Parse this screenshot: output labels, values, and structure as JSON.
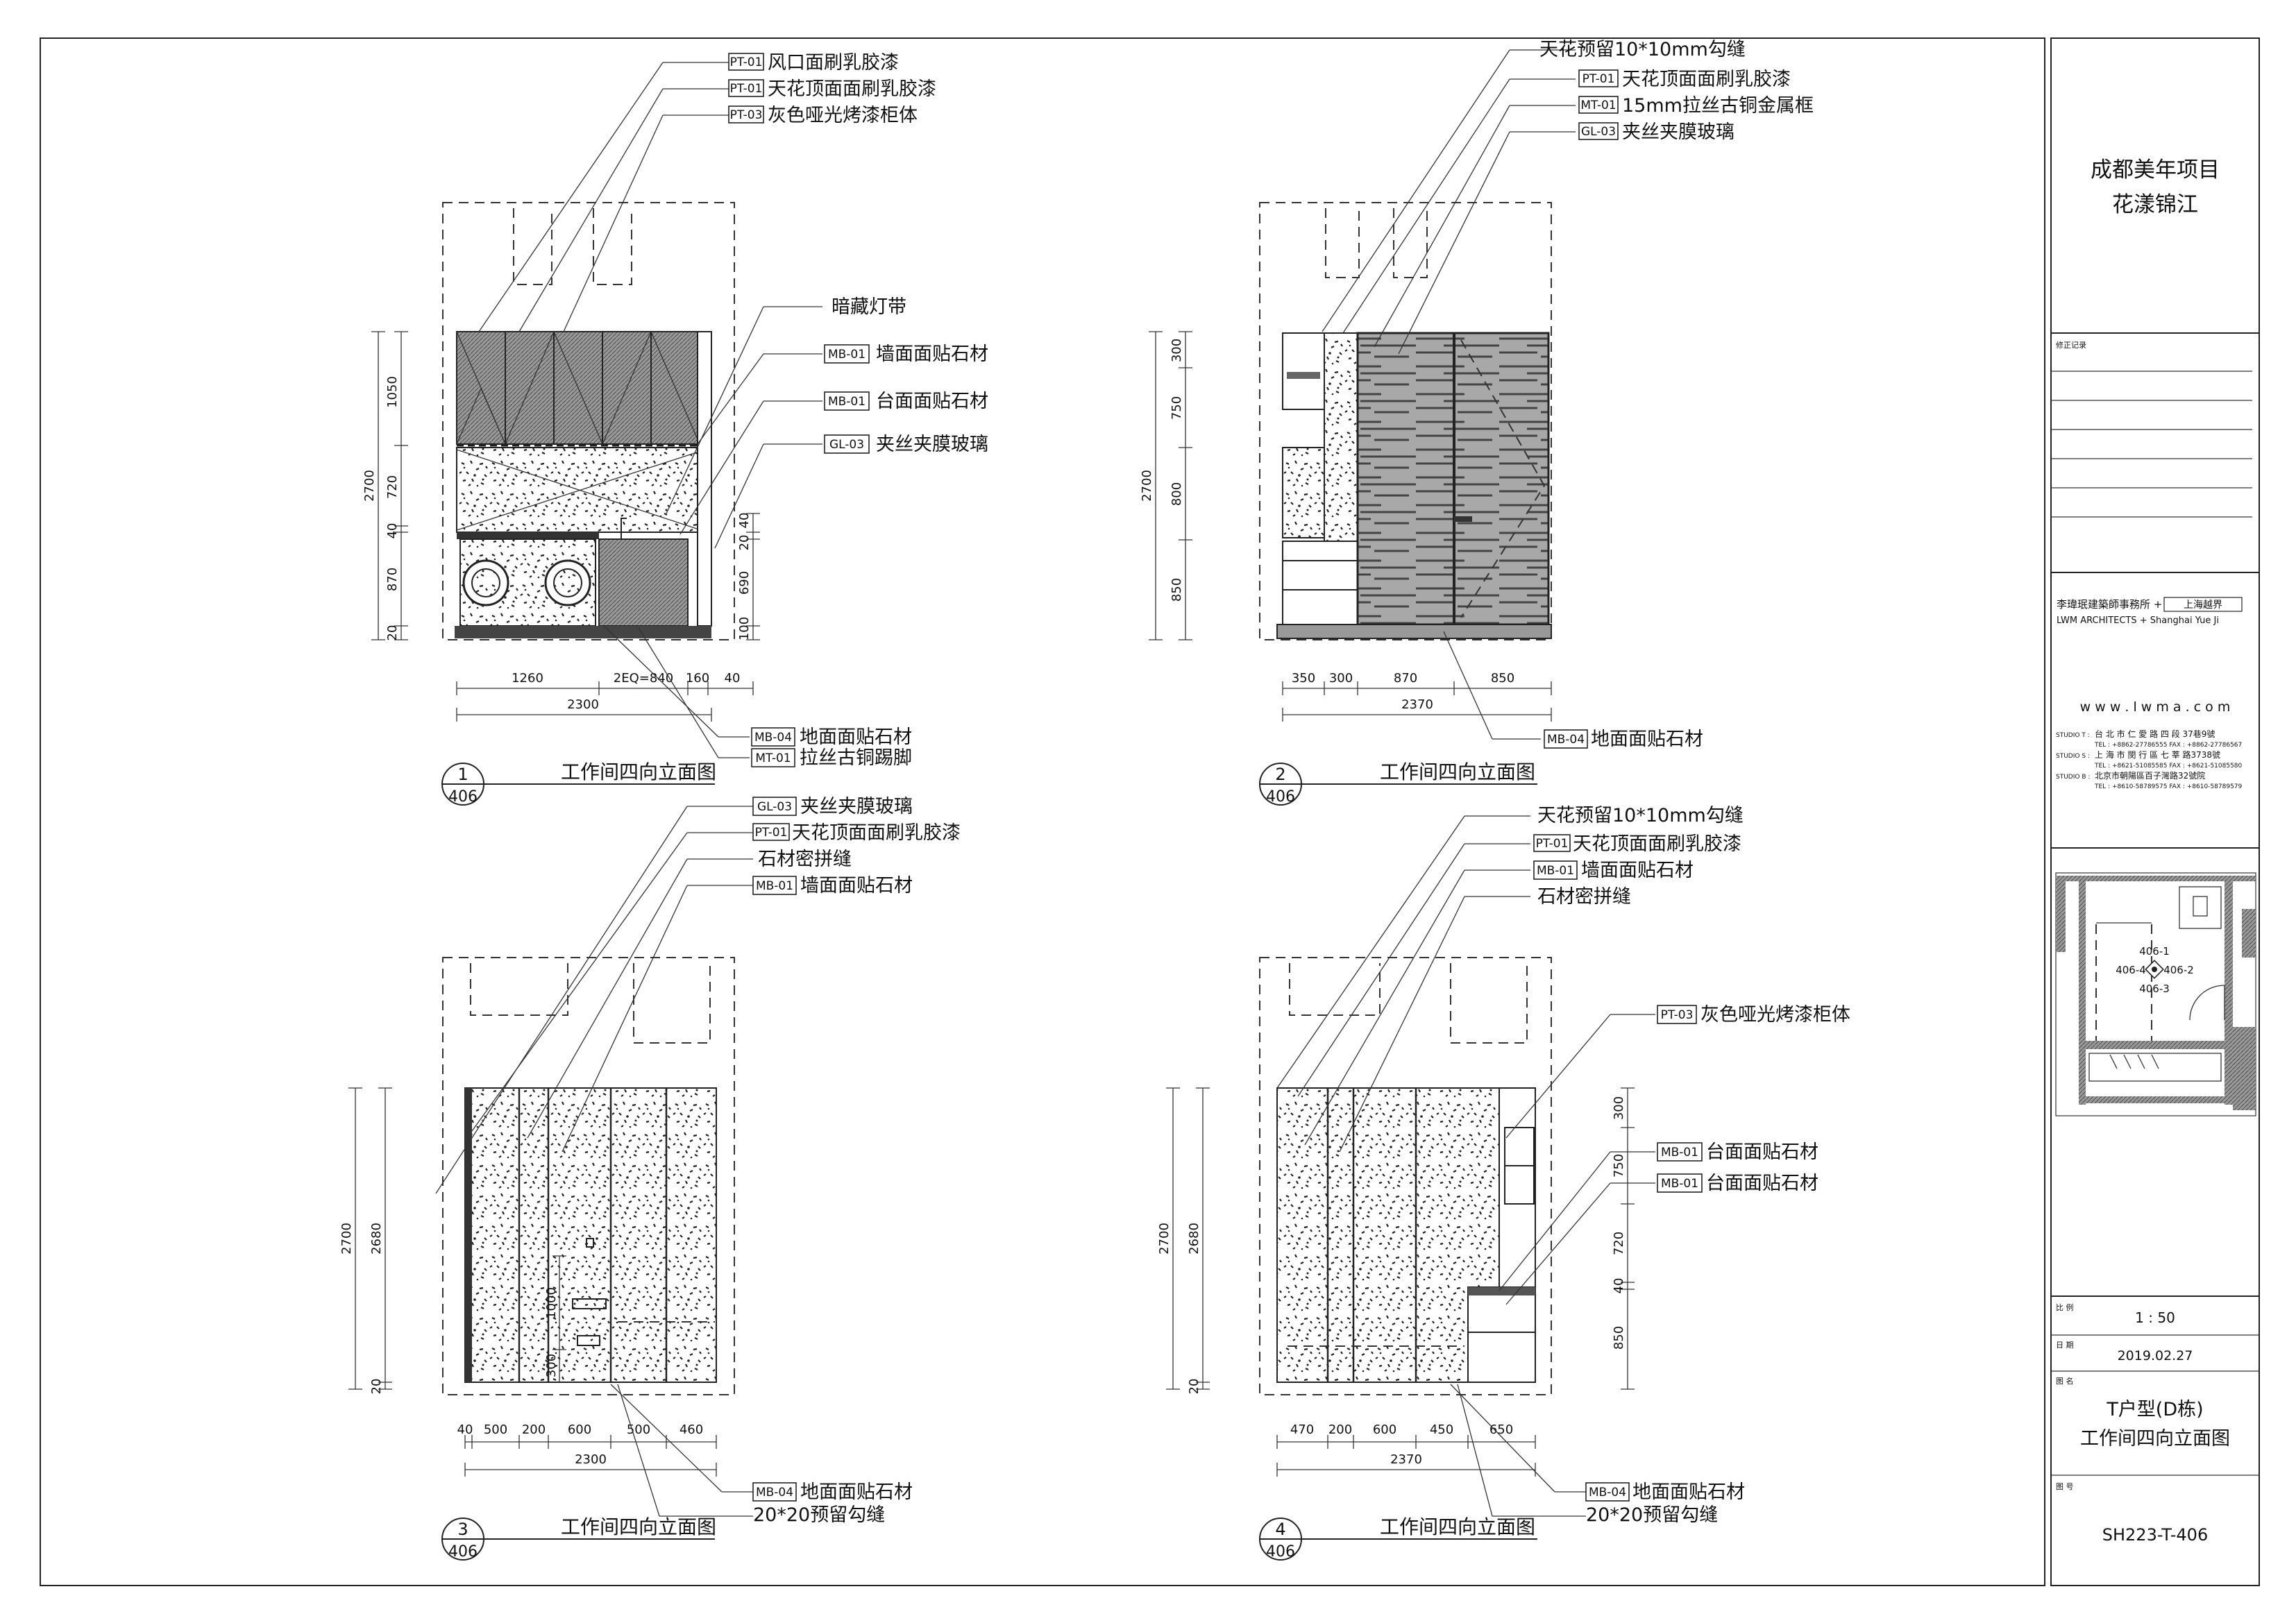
{
  "project": {
    "name": "成都美年项目",
    "subname": "花漾锦江"
  },
  "revision_label": "修正记录",
  "firm": {
    "name_cn": "李瑋珉建築師事務所 +",
    "partner_tag": "上海越界",
    "name_en": "LWM ARCHITECTS + Shanghai Yue Ji",
    "website": "w w w . l w m a . c o m",
    "studios": [
      {
        "label": "STUDIO T :",
        "address": "台 北 市 仁 愛 路 四 段 37巷9號",
        "contact": "TEL : +8862-27786555   FAX : +8862-27786567"
      },
      {
        "label": "STUDIO S :",
        "address": "上 海 市 閔 行 區 七 莘 路3738號",
        "contact": "TEL : +8621-51085585   FAX : +8621-51085580"
      },
      {
        "label": "STUDIO B :",
        "address": "北京市朝陽區百子灣路32號院",
        "contact": "TEL : +8610-58789575   FAX : +8610-58789579"
      }
    ]
  },
  "key_plan": {
    "refs": [
      "406-1",
      "406-4",
      "406-2",
      "406-3"
    ]
  },
  "title_block": {
    "scale_label": "比  例",
    "scale": "1 : 50",
    "date_label": "日  期",
    "date": "2019.02.27",
    "drawing_label": "图  名",
    "drawing_title_1": "T户型(D栋)",
    "drawing_title_2": "工作间四向立面图",
    "number_label": "图  号",
    "number": "SH223-T-406"
  },
  "views": [
    {
      "id": "1",
      "sheet": "406",
      "title": "工作间四向立面图",
      "notes": [
        {
          "code": "PT-01",
          "text": "风口面刷乳胶漆"
        },
        {
          "code": "PT-01",
          "text": "天花顶面面刷乳胶漆"
        },
        {
          "code": "PT-03",
          "text": "灰色哑光烤漆柜体"
        },
        {
          "code": "",
          "text": "暗藏灯带"
        },
        {
          "code": "MB-01",
          "text": "墙面面贴石材"
        },
        {
          "code": "MB-01",
          "text": "台面面贴石材"
        },
        {
          "code": "GL-03",
          "text": "夹丝夹膜玻璃"
        },
        {
          "code": "MB-04",
          "text": "地面面贴石材"
        },
        {
          "code": "MT-01",
          "text": "拉丝古铜踢脚"
        }
      ],
      "dims_left": [
        "2700",
        "1050",
        "720",
        "40",
        "870",
        "20"
      ],
      "dims_right": [
        "40",
        "20",
        "690",
        "100"
      ],
      "dims_bottom": [
        "1260",
        "2EQ=840",
        "160",
        "40"
      ],
      "dim_total": "2300"
    },
    {
      "id": "2",
      "sheet": "406",
      "title": "工作间四向立面图",
      "notes": [
        {
          "code": "",
          "text": "天花预留10*10mm勾缝"
        },
        {
          "code": "PT-01",
          "text": "天花顶面面刷乳胶漆"
        },
        {
          "code": "MT-01",
          "text": "15mm拉丝古铜金属框"
        },
        {
          "code": "GL-03",
          "text": "夹丝夹膜玻璃"
        },
        {
          "code": "MB-04",
          "text": "地面面贴石材"
        }
      ],
      "dims_left": [
        "2700",
        "300",
        "750",
        "800",
        "850"
      ],
      "dims_bottom": [
        "350",
        "300",
        "870",
        "850"
      ],
      "dim_total": "2370"
    },
    {
      "id": "3",
      "sheet": "406",
      "title": "工作间四向立面图",
      "notes": [
        {
          "code": "GL-03",
          "text": "夹丝夹膜玻璃"
        },
        {
          "code": "PT-01",
          "text": "天花顶面面刷乳胶漆"
        },
        {
          "code": "",
          "text": "石材密拼缝"
        },
        {
          "code": "MB-01",
          "text": "墙面面贴石材"
        },
        {
          "code": "MB-04",
          "text": "地面面贴石材"
        },
        {
          "code": "",
          "text": "20*20预留勾缝"
        }
      ],
      "dims_left": [
        "2700",
        "2680",
        "20"
      ],
      "dims_inner": [
        "1000",
        "300"
      ],
      "dims_bottom": [
        "40",
        "500",
        "200",
        "600",
        "500",
        "460"
      ],
      "dim_total": "2300"
    },
    {
      "id": "4",
      "sheet": "406",
      "title": "工作间四向立面图",
      "notes": [
        {
          "code": "",
          "text": "天花预留10*10mm勾缝"
        },
        {
          "code": "PT-01",
          "text": "天花顶面面刷乳胶漆"
        },
        {
          "code": "MB-01",
          "text": "墙面面贴石材"
        },
        {
          "code": "",
          "text": "石材密拼缝"
        },
        {
          "code": "PT-03",
          "text": "灰色哑光烤漆柜体"
        },
        {
          "code": "MB-01",
          "text": "台面面贴石材"
        },
        {
          "code": "MB-01",
          "text": "台面面贴石材"
        },
        {
          "code": "MB-04",
          "text": "地面面贴石材"
        },
        {
          "code": "",
          "text": "20*20预留勾缝"
        }
      ],
      "dims_left": [
        "2700",
        "2680",
        "20"
      ],
      "dims_right": [
        "300",
        "750",
        "720",
        "40",
        "850"
      ],
      "dims_bottom": [
        "470",
        "200",
        "600",
        "450",
        "650"
      ],
      "dim_total": "2370"
    }
  ]
}
